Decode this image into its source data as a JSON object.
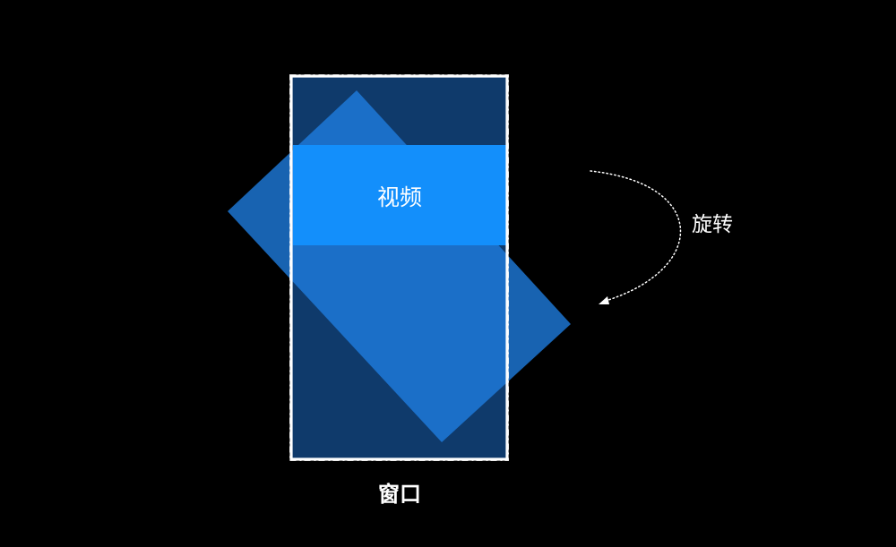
{
  "diagram": {
    "video_label": "视频",
    "window_label": "窗口",
    "rotate_label": "旋转"
  },
  "colors": {
    "background": "#000000",
    "window_fill": "#0f3a6b",
    "window_border": "#ffffff",
    "rotated_video_fill": "#1f7fe3",
    "video_band_fill": "#138ffb",
    "text": "#ffffff",
    "arrow": "#ffffff"
  }
}
